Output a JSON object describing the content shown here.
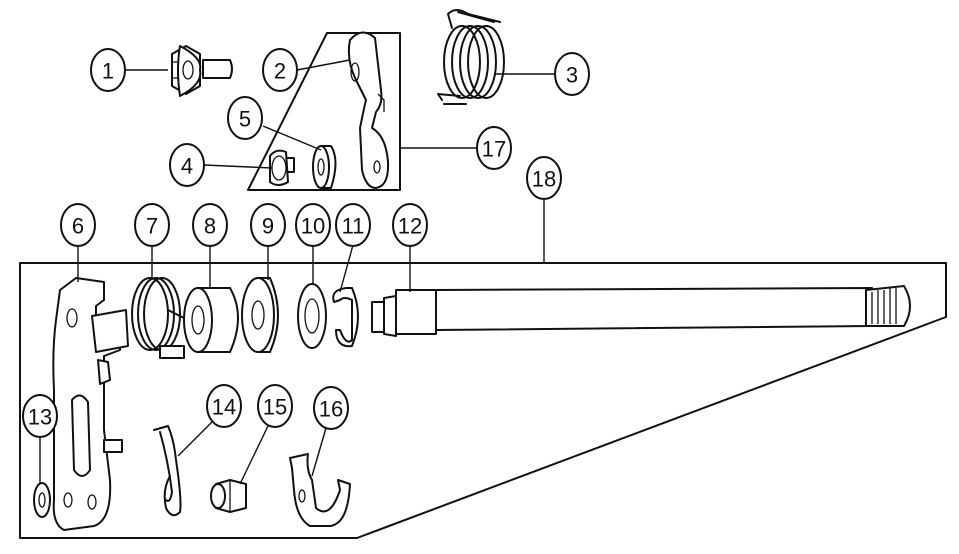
{
  "diagram": {
    "type": "exploded-parts-view",
    "callouts": [
      {
        "id": "c1",
        "label": "1"
      },
      {
        "id": "c2",
        "label": "2"
      },
      {
        "id": "c3",
        "label": "3"
      },
      {
        "id": "c4",
        "label": "4"
      },
      {
        "id": "c5",
        "label": "5"
      },
      {
        "id": "c6",
        "label": "6"
      },
      {
        "id": "c7",
        "label": "7"
      },
      {
        "id": "c8",
        "label": "8"
      },
      {
        "id": "c9",
        "label": "9"
      },
      {
        "id": "c10",
        "label": "10"
      },
      {
        "id": "c11",
        "label": "11"
      },
      {
        "id": "c12",
        "label": "12"
      },
      {
        "id": "c13",
        "label": "13"
      },
      {
        "id": "c14",
        "label": "14"
      },
      {
        "id": "c15",
        "label": "15"
      },
      {
        "id": "c16",
        "label": "16"
      },
      {
        "id": "c17",
        "label": "17"
      },
      {
        "id": "c18",
        "label": "18"
      }
    ]
  }
}
